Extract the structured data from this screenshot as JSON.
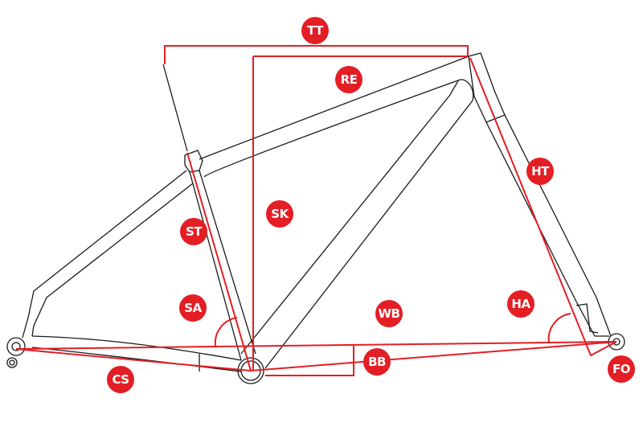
{
  "labels": {
    "tt": "TT",
    "re": "RE",
    "ht": "HT",
    "sk": "SK",
    "st": "ST",
    "sa": "SA",
    "wb": "WB",
    "ha": "HA",
    "bb": "BB",
    "cs": "CS",
    "fo": "FO"
  },
  "colors": {
    "accent": "#e31e24",
    "frame": "#1a1a1a"
  }
}
